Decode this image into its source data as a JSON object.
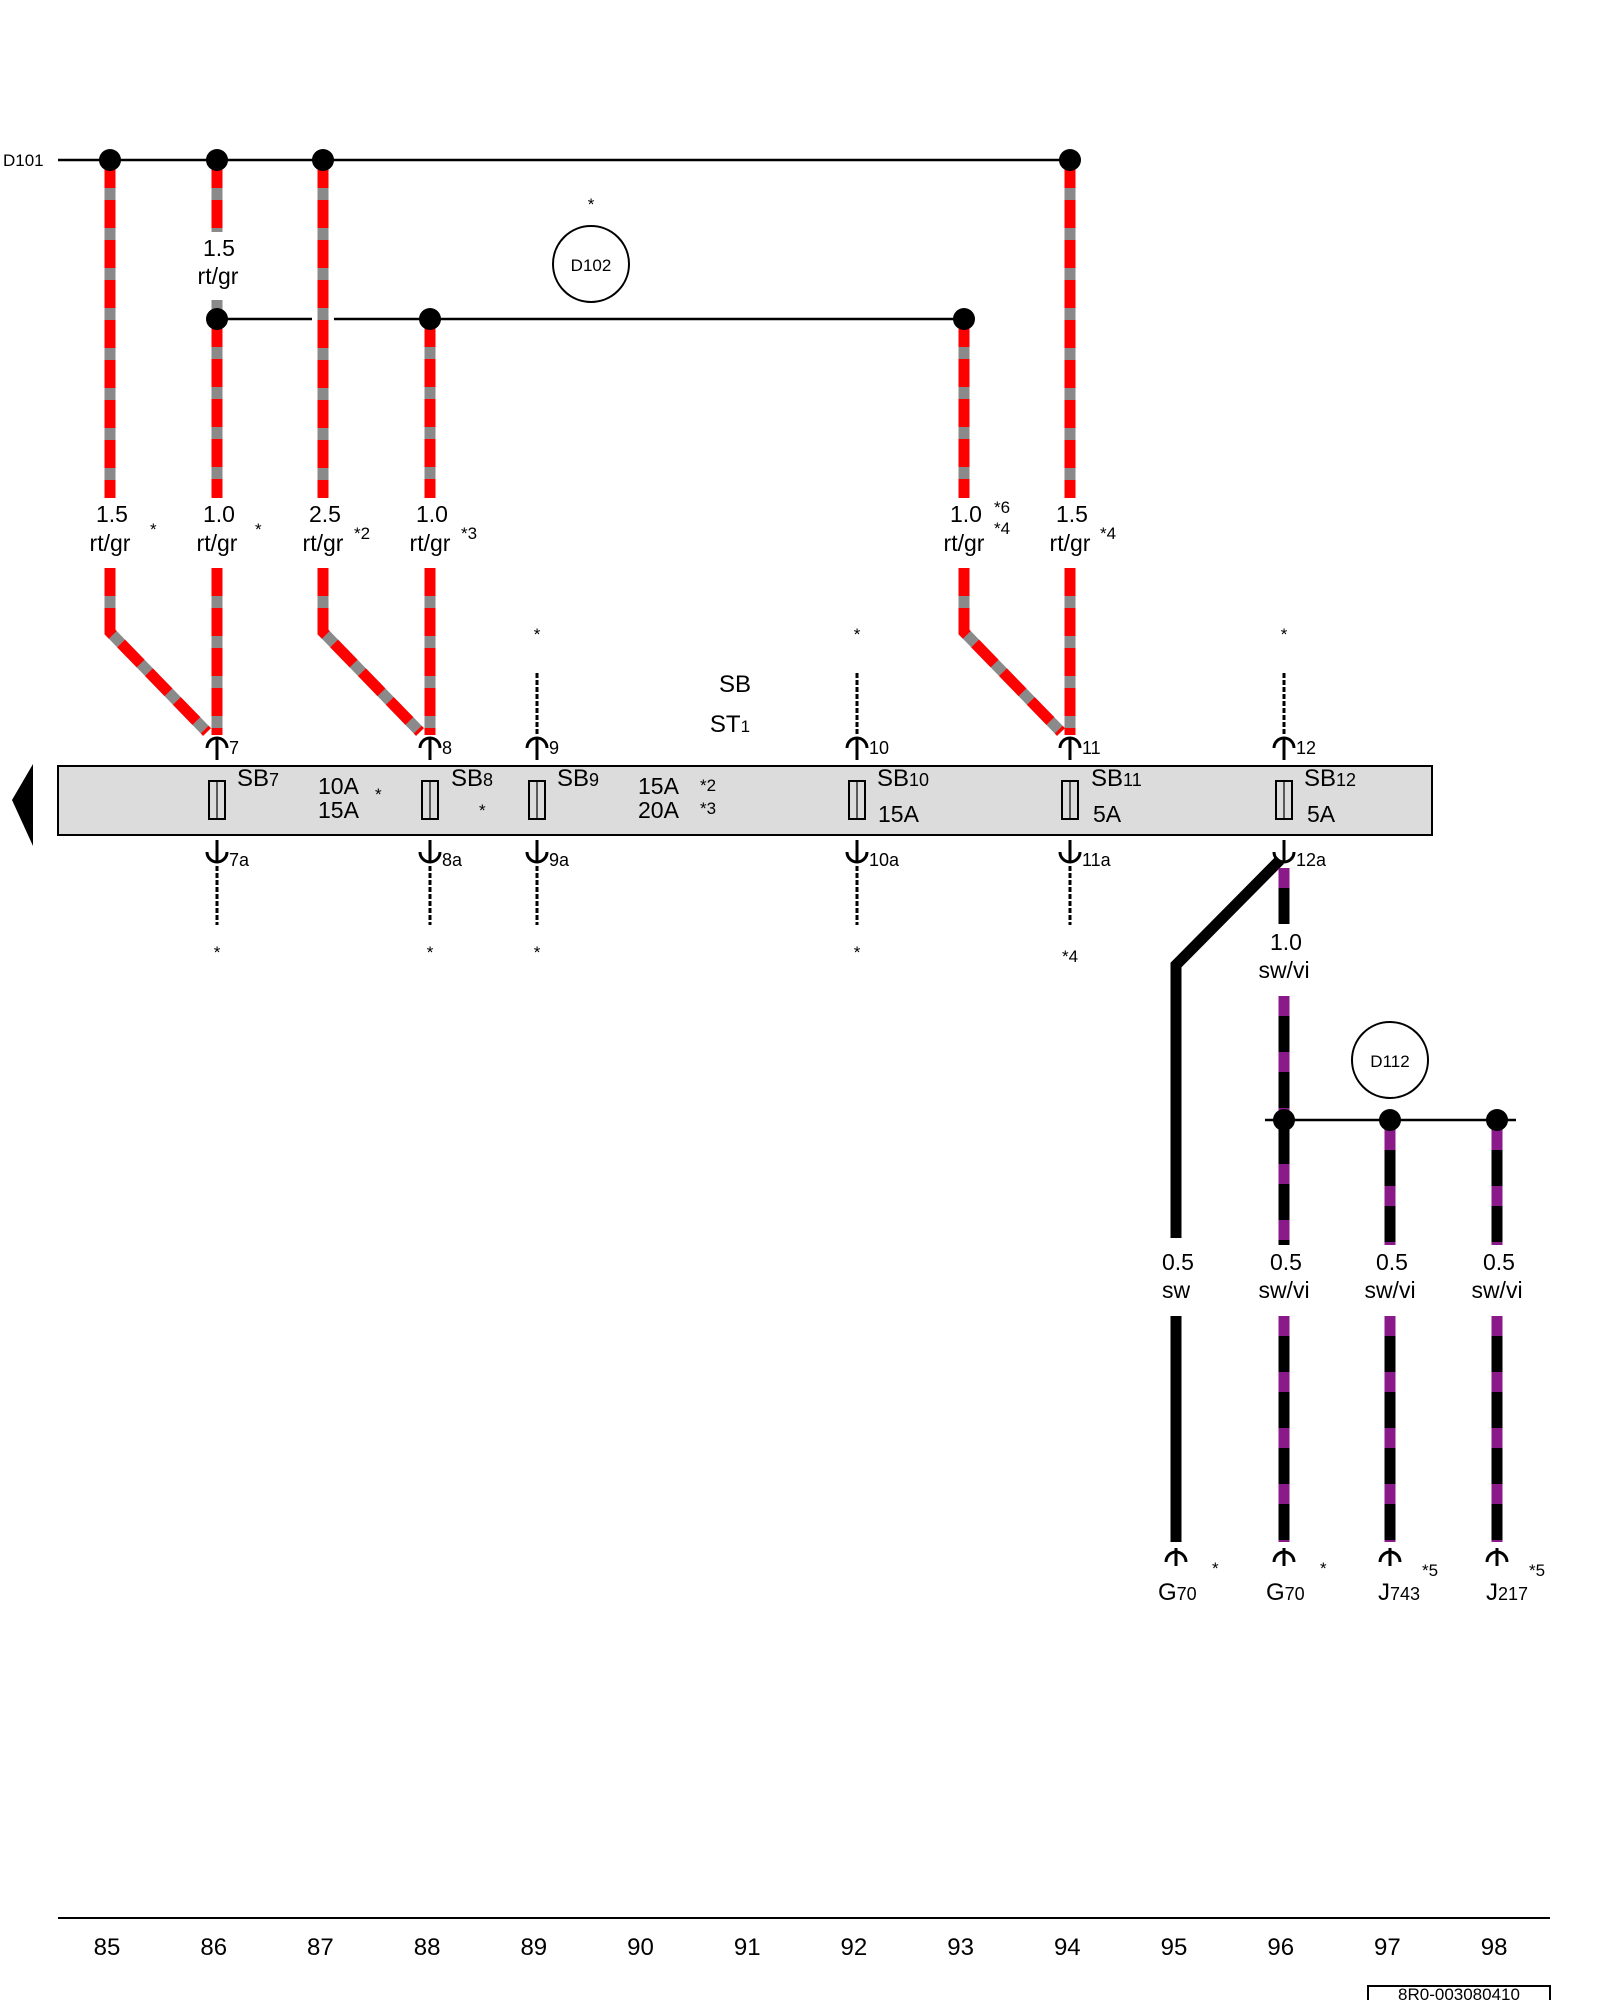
{
  "bus": {
    "d101_label": "D101",
    "d102_label": "D102",
    "d102_star": "*",
    "d112_label": "D112"
  },
  "fuse_block": {
    "sb_label": "SB",
    "st_label": "ST",
    "st_sub": "1",
    "fuse_prefix": "SB",
    "sb7": "7",
    "sb8": "8",
    "sb9": "9",
    "sb10": "10",
    "sb11": "11",
    "sb12": "12",
    "sb7_amp1": "10A",
    "sb7_amp2": "15A",
    "sb7_star": "*",
    "sb8_star": "*",
    "sb9_amp1": "15A",
    "sb9_amp2": "20A",
    "sb9_note1": "*2",
    "sb9_note2": "*3",
    "sb10_amp": "15A",
    "sb11_amp": "5A",
    "sb12_amp": "5A"
  },
  "pins": {
    "p7": "7",
    "p8": "8",
    "p9": "9",
    "p10": "10",
    "p11": "11",
    "p12": "12",
    "p7a": "7a",
    "p8a": "8a",
    "p9a": "9a",
    "p10a": "10a",
    "p11a": "11a",
    "p12a": "12a"
  },
  "wires": {
    "w86_top_size": "1.5",
    "w86_top_color": "rt/gr",
    "w85_size": "1.5",
    "w85_color": "rt/gr",
    "w85_note": "*",
    "w86_size": "1.0",
    "w86_color": "rt/gr",
    "w86_note": "*",
    "w87_size": "2.5",
    "w87_color": "rt/gr",
    "w87_note": "*2",
    "w88_size": "1.0",
    "w88_color": "rt/gr",
    "w88_note": "*3",
    "w93_size": "1.0",
    "w93_color": "rt/gr",
    "w93_note1": "*6",
    "w93_note2": "*4",
    "w94_size": "1.5",
    "w94_color": "rt/gr",
    "w94_note": "*4",
    "w96_top_size": "1.0",
    "w96_top_color": "sw/vi",
    "w95_size": "0.5",
    "w95_color": "sw",
    "w96_size": "0.5",
    "w96_color": "sw/vi",
    "w97_size": "0.5",
    "w97_color": "sw/vi",
    "w98_size": "0.5",
    "w98_color": "sw/vi"
  },
  "stars": {
    "top89": "*",
    "top92": "*",
    "top96": "*",
    "bot86": "*",
    "bot88": "*",
    "bot89": "*",
    "bot92": "*",
    "bot94": "*4"
  },
  "components": {
    "g70_a": "G",
    "g70_a_sub": "70",
    "g70_a_note": "*",
    "g70_b": "G",
    "g70_b_sub": "70",
    "g70_b_note": "*",
    "j743": "J",
    "j743_sub": "743",
    "j743_note": "*5",
    "j217": "J",
    "j217_sub": "217",
    "j217_note": "*5"
  },
  "columns": [
    "85",
    "86",
    "87",
    "88",
    "89",
    "90",
    "91",
    "92",
    "93",
    "94",
    "95",
    "96",
    "97",
    "98"
  ],
  "drawing_code": "8R0-003080410",
  "colors": {
    "red": "#ff0000",
    "grey": "#8a8a8a",
    "violet": "#8a1a8a",
    "black": "#000000",
    "fuse_block_fill": "#dcdcdc"
  }
}
